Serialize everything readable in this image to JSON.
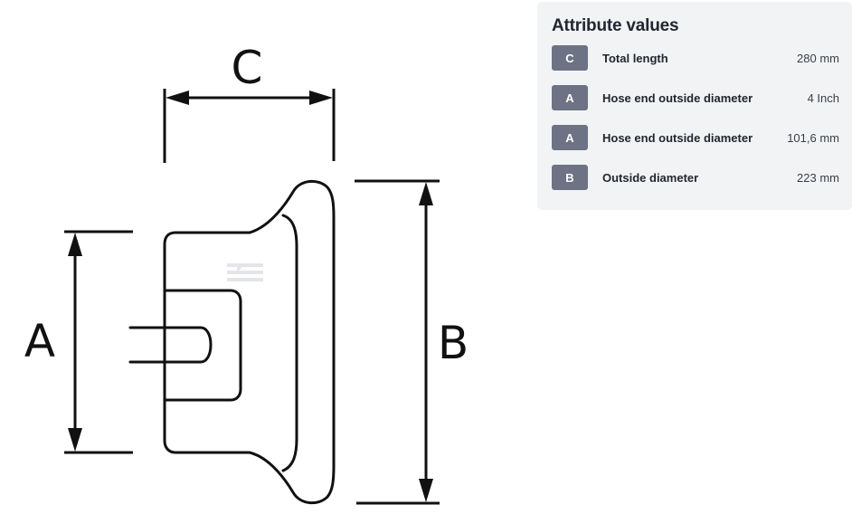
{
  "diagram": {
    "dimension_labels": {
      "a": "A",
      "b": "B",
      "c": "C"
    },
    "line_color": "#111111"
  },
  "attributes_panel": {
    "title": "Attribute values",
    "rows": [
      {
        "badge": "C",
        "label": "Total length",
        "value": "280 mm"
      },
      {
        "badge": "A",
        "label": "Hose end outside diameter",
        "value": "4 Inch"
      },
      {
        "badge": "A",
        "label": "Hose end outside diameter",
        "value": "101,6 mm"
      },
      {
        "badge": "B",
        "label": "Outside diameter",
        "value": "223 mm"
      }
    ],
    "colors": {
      "panel_background": "#f1f3f5",
      "badge_background": "#6d7384",
      "badge_text": "#ffffff"
    }
  }
}
